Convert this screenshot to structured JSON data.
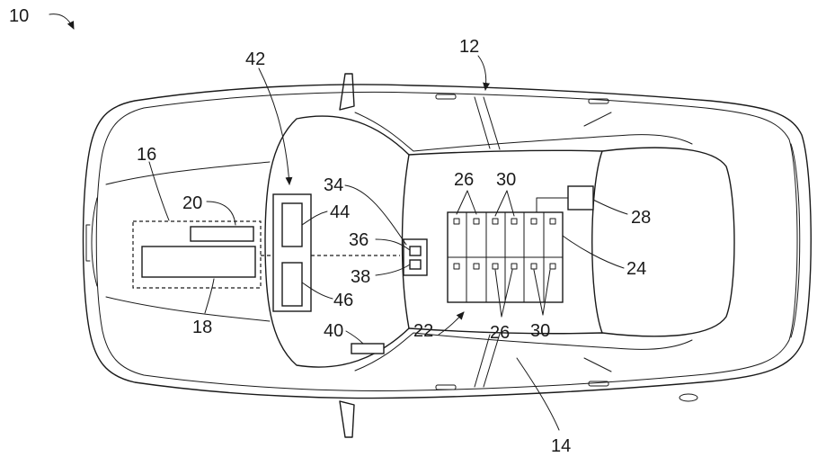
{
  "figure": {
    "labels": {
      "vehicle": "10",
      "body": "12",
      "cabin": "14",
      "front_compartment": "16",
      "engine": "18",
      "engine_top": "20",
      "battery_pack": "22",
      "battery_case": "24",
      "cell_upper": "26",
      "cell_lower": "26",
      "terminal_upper": "30",
      "terminal_lower": "30",
      "controller": "28",
      "connector": "34",
      "fuse_upper": "36",
      "fuse_lower": "38",
      "module_40": "40",
      "dual_module": "42",
      "module_upper": "44",
      "module_lower": "46"
    }
  }
}
